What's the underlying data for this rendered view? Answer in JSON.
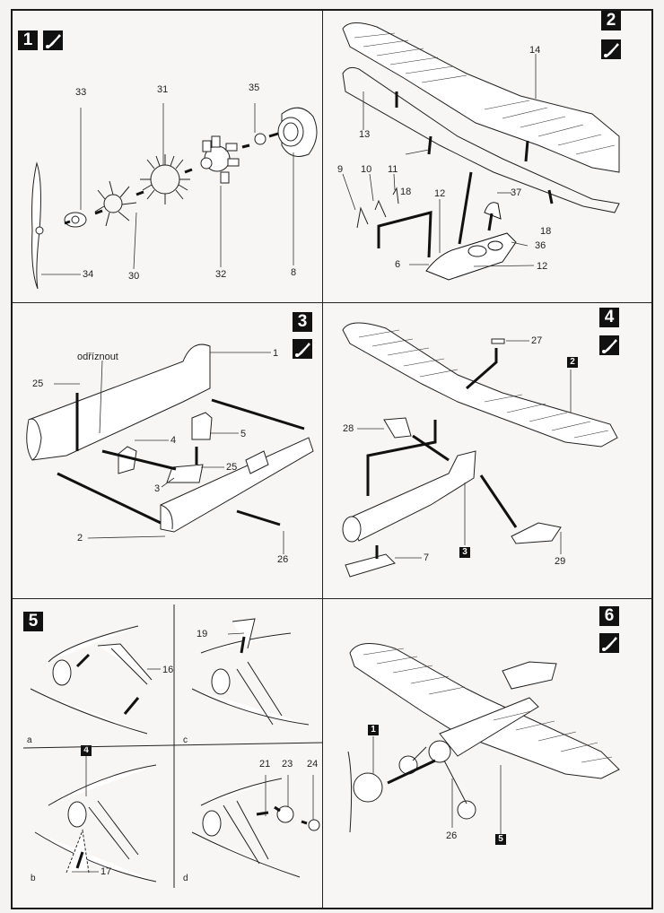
{
  "document": {
    "type": "model kit assembly instructions",
    "note_text": "odříznout"
  },
  "steps": [
    {
      "number": "1",
      "icon": "glue-tube-icon",
      "parts": [
        "33",
        "31",
        "35",
        "34",
        "30",
        "32",
        "8"
      ]
    },
    {
      "number": "2",
      "icon": "glue-tube-icon",
      "parts": [
        "14",
        "13",
        "9",
        "10",
        "11",
        "18",
        "12",
        "37",
        "18",
        "36",
        "6",
        "12"
      ]
    },
    {
      "number": "3",
      "icon": "glue-tube-icon",
      "parts": [
        "1",
        "25",
        "4",
        "5",
        "25",
        "3",
        "2",
        "26"
      ],
      "annotation": "odříznout"
    },
    {
      "number": "4",
      "icon": "glue-tube-icon",
      "parts": [
        "27",
        "28",
        "7",
        "29"
      ],
      "refs": [
        "2",
        "3"
      ]
    },
    {
      "number": "5",
      "subpanels": [
        {
          "letter": "a",
          "parts": [
            "16"
          ]
        },
        {
          "letter": "b",
          "parts": [
            "17"
          ],
          "refs": [
            "4"
          ]
        },
        {
          "letter": "c",
          "parts": [
            "19"
          ]
        },
        {
          "letter": "d",
          "parts": [
            "21",
            "23",
            "24"
          ]
        }
      ]
    },
    {
      "number": "6",
      "icon": "glue-tube-icon",
      "parts": [
        "26"
      ],
      "refs": [
        "1",
        "5"
      ]
    }
  ]
}
